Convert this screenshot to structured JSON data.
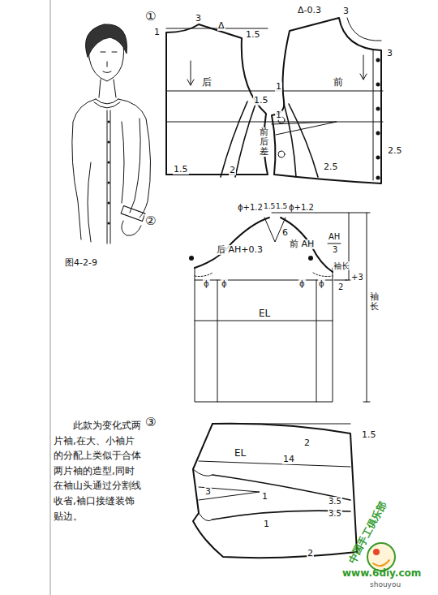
{
  "diagram": {
    "caption": "图4-2-9",
    "labels": [
      "①",
      "1",
      "3",
      "Δ",
      "1.5",
      "Δ-0.3",
      "3",
      "3",
      "后",
      "前",
      "1",
      "1.5",
      "1",
      "前后差",
      "1.5",
      "2",
      "2.5",
      "2.5",
      "②",
      "ϕ+1.2",
      "1.5",
      "1.5",
      "ϕ+1.2",
      "6",
      "前 AH",
      "后 AH+0.3",
      "AH",
      "3",
      "袖长",
      "2",
      "+3",
      "袖长",
      "EL",
      "ϕ",
      "ϕ",
      "ϕ",
      "ϕ",
      "③",
      "1.5",
      "2",
      "EL",
      "14",
      "3",
      "1",
      "3.5",
      "3.5",
      "1",
      "2",
      "此款为变化式两片袖,在大、小袖片的分配上类似于合体两片袖的造型,同时在袖山头通过分割线收省,袖口接缝装饰贴边。",
      "中国手工俱乐部",
      "www.6diy.com",
      "shouyou"
    ]
  }
}
